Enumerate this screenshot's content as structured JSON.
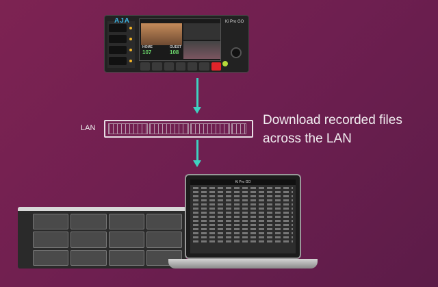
{
  "recorder": {
    "brand": "AJA",
    "model": "Ki Pro GO",
    "home_label": "HOME",
    "home_score": "107",
    "guest_label": "GUEST",
    "guest_score": "108"
  },
  "switch": {
    "label": "LAN"
  },
  "caption": {
    "line1": "Download recorded files",
    "line2": "across the LAN"
  },
  "laptop": {
    "app_title": "Ki Pro GO"
  },
  "colors": {
    "background": "#6e1f50",
    "arrow": "#3fd1c1"
  }
}
